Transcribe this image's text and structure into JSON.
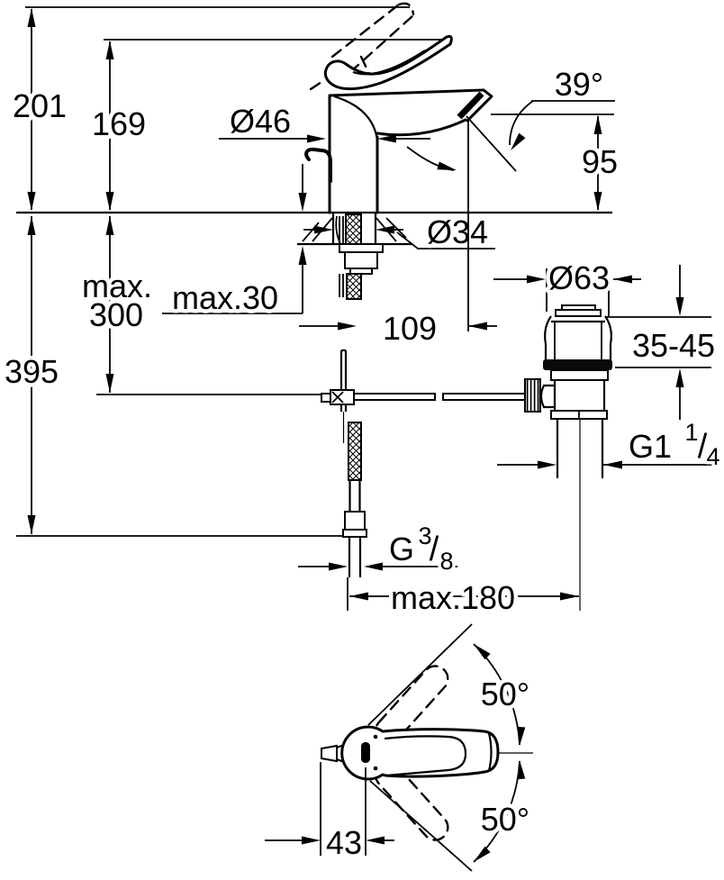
{
  "side_view": {
    "overall_height": "201",
    "body_top_height": "169",
    "body_diameter": "Ø46",
    "spout_angle": "39°",
    "spout_height": "95",
    "mounting_hole_diameter": "Ø34",
    "pull_rod_max_label": "max.",
    "pull_rod_max_value": "300",
    "deck_thickness_max": "max.30",
    "spout_reach": "109",
    "waste_flange_diameter": "Ø63",
    "basin_thickness_range": "35-45",
    "supply_hose_length": "395",
    "waste_thread_size": "G1",
    "waste_thread_numerator": "1",
    "waste_thread_slash": "/",
    "waste_thread_denominator": "4",
    "supply_thread_size": "G",
    "supply_thread_numerator": "3",
    "supply_thread_slash": "/",
    "supply_thread_denominator": "8",
    "waste_max_distance": "max.180"
  },
  "top_view": {
    "handle_swing_upper": "50°",
    "handle_swing_lower": "50°",
    "spout_offset": "43"
  }
}
